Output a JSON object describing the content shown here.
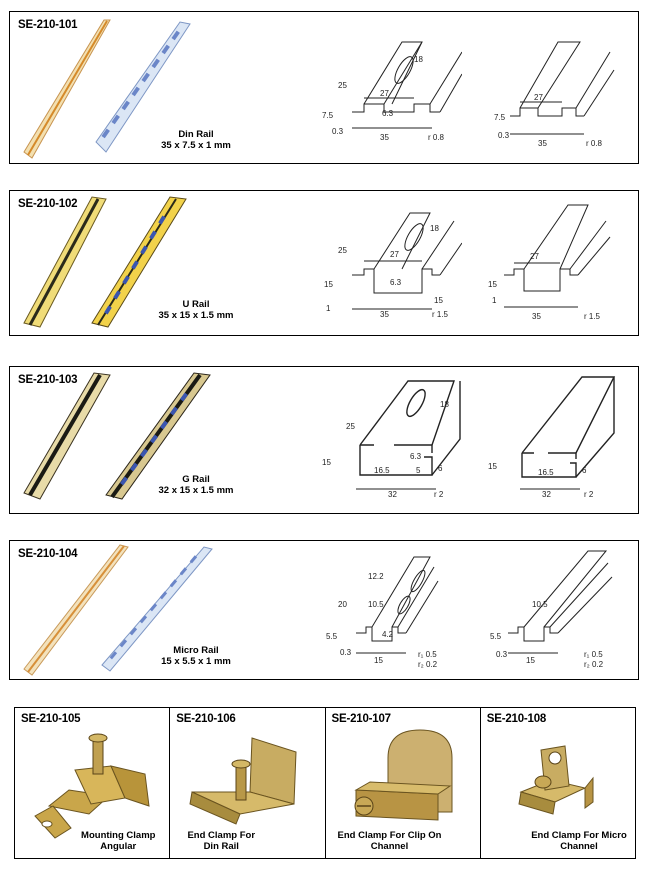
{
  "rails": [
    {
      "code": "SE-210-101",
      "name": "Din Rail",
      "size": "35 x 7.5 x 1 mm",
      "dims": {
        "height": "25",
        "width": "35",
        "inner": "27",
        "slot": "18",
        "hole": "6.3",
        "depth": "7.5",
        "thickness": "0.3",
        "radius": "r 0.8",
        "radius_b": "r 0.8"
      }
    },
    {
      "code": "SE-210-102",
      "name": "U Rail",
      "size": "35 x 15 x 1.5 mm",
      "dims": {
        "height": "25",
        "width": "35",
        "inner": "27",
        "slot": "18",
        "hole": "6.3",
        "depth": "15",
        "thickness": "1",
        "radius": "r 1.5",
        "radius_b": "r 1.5",
        "flange": "15"
      }
    },
    {
      "code": "SE-210-103",
      "name": "G Rail",
      "size": "32 x 15 x 1.5 mm",
      "dims": {
        "height": "25",
        "width": "32",
        "inner": "16.5",
        "slot": "18",
        "hole": "6.3",
        "depth": "15",
        "lip": "6",
        "thickness": "5",
        "radius": "r 2",
        "radius_b": "r 2"
      }
    },
    {
      "code": "SE-210-104",
      "name": "Micro Rail",
      "size": "15 x 5.5 x 1 mm",
      "dims": {
        "height": "20",
        "top": "12.2",
        "inner": "10.5",
        "hole": "4.2",
        "width": "15",
        "depth": "5.5",
        "thickness": "0.3",
        "r1": "r₁ 0.5",
        "r2": "r₂ 0.2"
      }
    }
  ],
  "accessories": [
    {
      "code": "SE-210-105",
      "line1": "Mounting Clamp",
      "line2": "Angular"
    },
    {
      "code": "SE-210-106",
      "line1": "End Clamp For",
      "line2": "Din Rail"
    },
    {
      "code": "SE-210-107",
      "line1": "End Clamp For Clip On",
      "line2": "Channel"
    },
    {
      "code": "SE-210-108",
      "line1": "End Clamp For Micro",
      "line2": "Channel"
    }
  ],
  "colors": {
    "brass": "#d9a85a",
    "zinc_blue": "#9fb6d8",
    "yellow_zinc": "#e6c84a",
    "hole_blue": "#3a55b0",
    "steel": "#b8b8b8"
  }
}
